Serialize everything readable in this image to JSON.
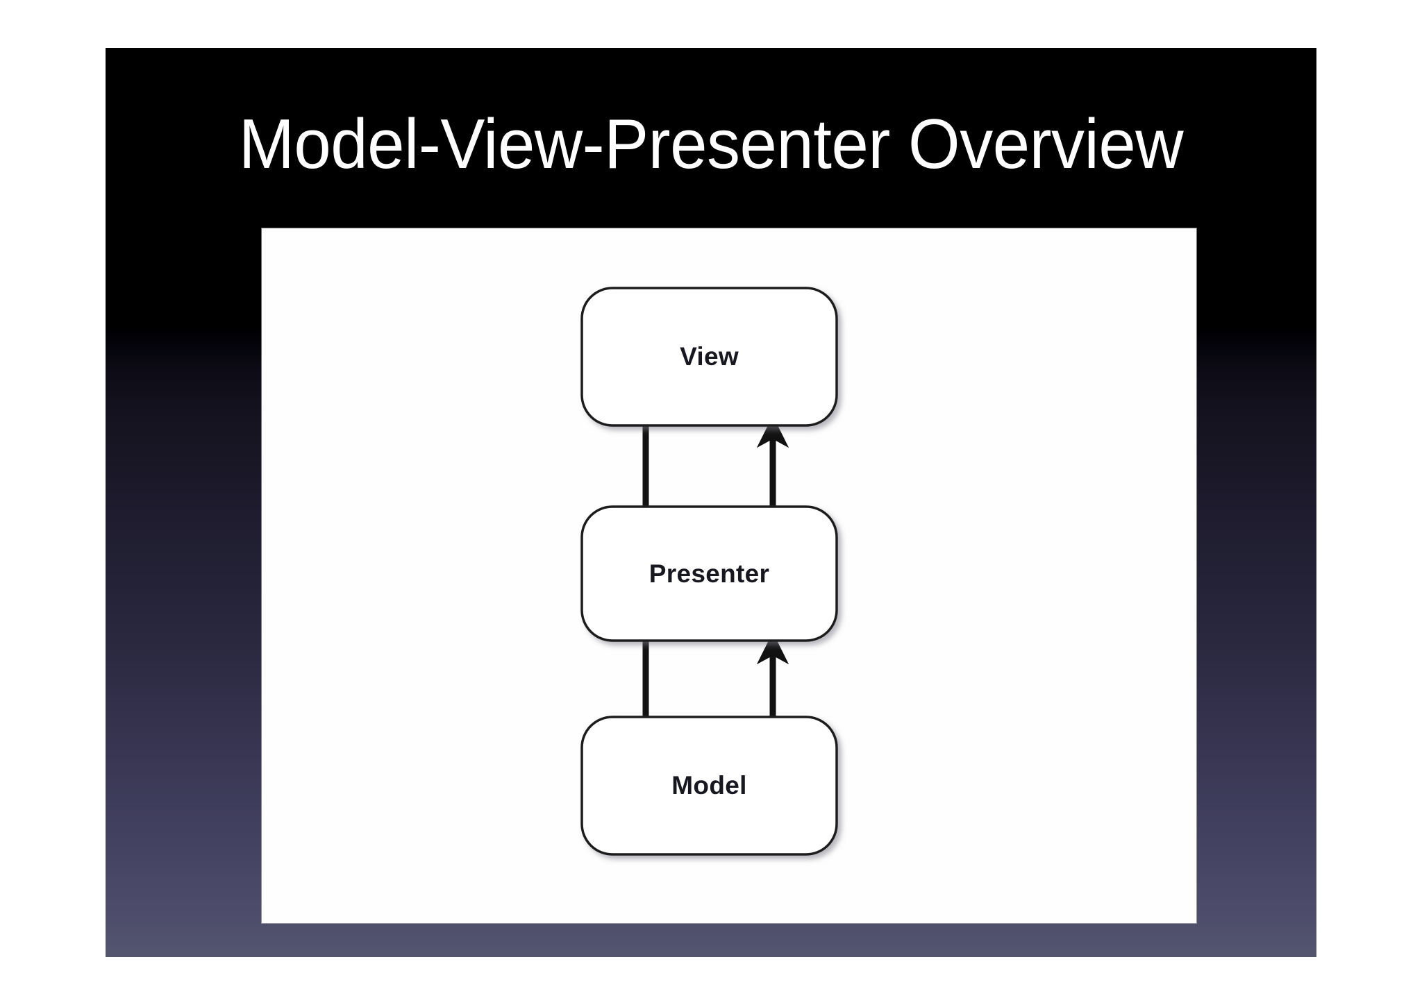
{
  "slide": {
    "title": "Model-View-Presenter Overview",
    "background": {
      "title_band_color": "#000000",
      "gradient_from": "#000004",
      "gradient_to": "#54556f"
    },
    "content_panel": {
      "background_color": "#fefefe"
    }
  },
  "diagram": {
    "type": "flow",
    "node_fill": "#ffffff",
    "node_stroke": "#1a1a1a",
    "arrow_color": "#111111",
    "nodes": [
      {
        "id": "view",
        "label": "View"
      },
      {
        "id": "presenter",
        "label": "Presenter"
      },
      {
        "id": "model",
        "label": "Model"
      }
    ],
    "edges": [
      {
        "from": "view",
        "to": "presenter",
        "direction": "down"
      },
      {
        "from": "presenter",
        "to": "view",
        "direction": "up"
      },
      {
        "from": "presenter",
        "to": "model",
        "direction": "down"
      },
      {
        "from": "model",
        "to": "presenter",
        "direction": "up"
      }
    ]
  }
}
